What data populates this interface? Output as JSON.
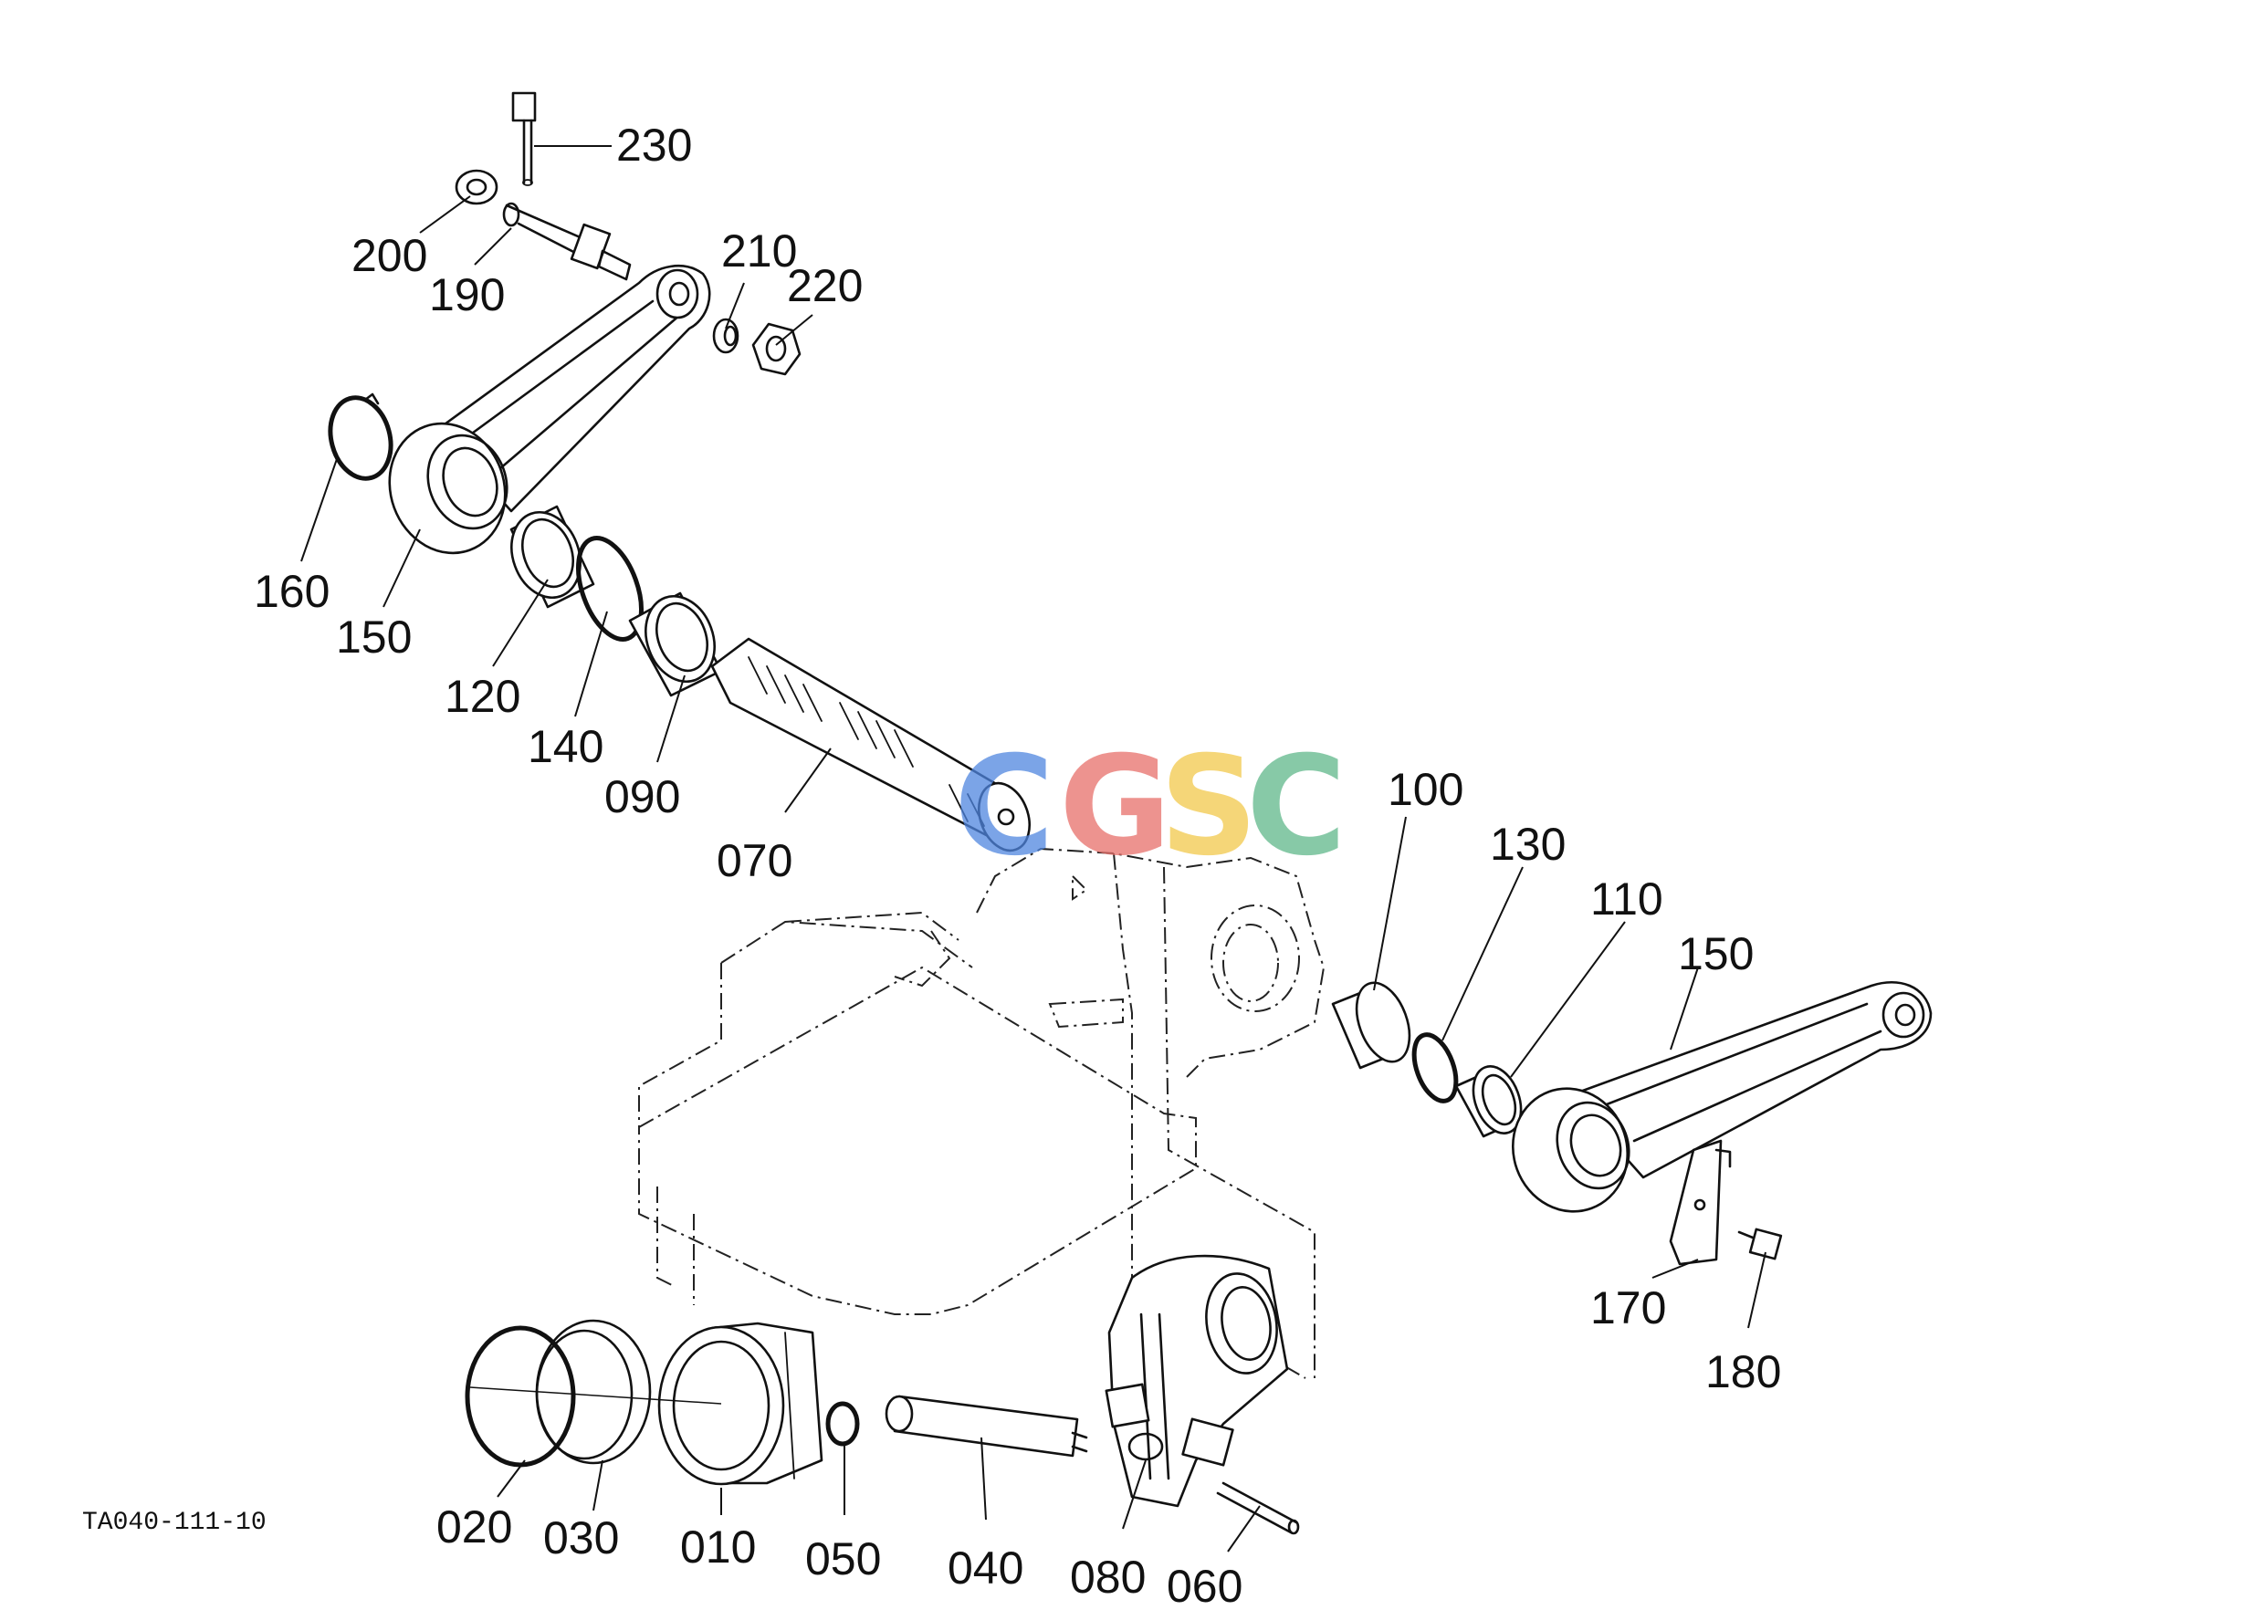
{
  "labels": {
    "p230": "230",
    "p200": "200",
    "p190": "190",
    "p210": "210",
    "p220": "220",
    "p160": "160",
    "p150a": "150",
    "p120": "120",
    "p140": "140",
    "p090": "090",
    "p070": "070",
    "p100": "100",
    "p130": "130",
    "p110": "110",
    "p150b": "150",
    "p170": "170",
    "p180": "180",
    "p020": "020",
    "p030": "030",
    "p010": "010",
    "p050": "050",
    "p040": "040",
    "p080": "080",
    "p060": "060"
  },
  "drawing_code": "TA040-111-10",
  "watermark": {
    "letters": [
      "C",
      "G",
      "S",
      "C"
    ],
    "colors": [
      "#4f86e0",
      "#e8706a",
      "#f2c94c",
      "#5fb88a"
    ]
  }
}
